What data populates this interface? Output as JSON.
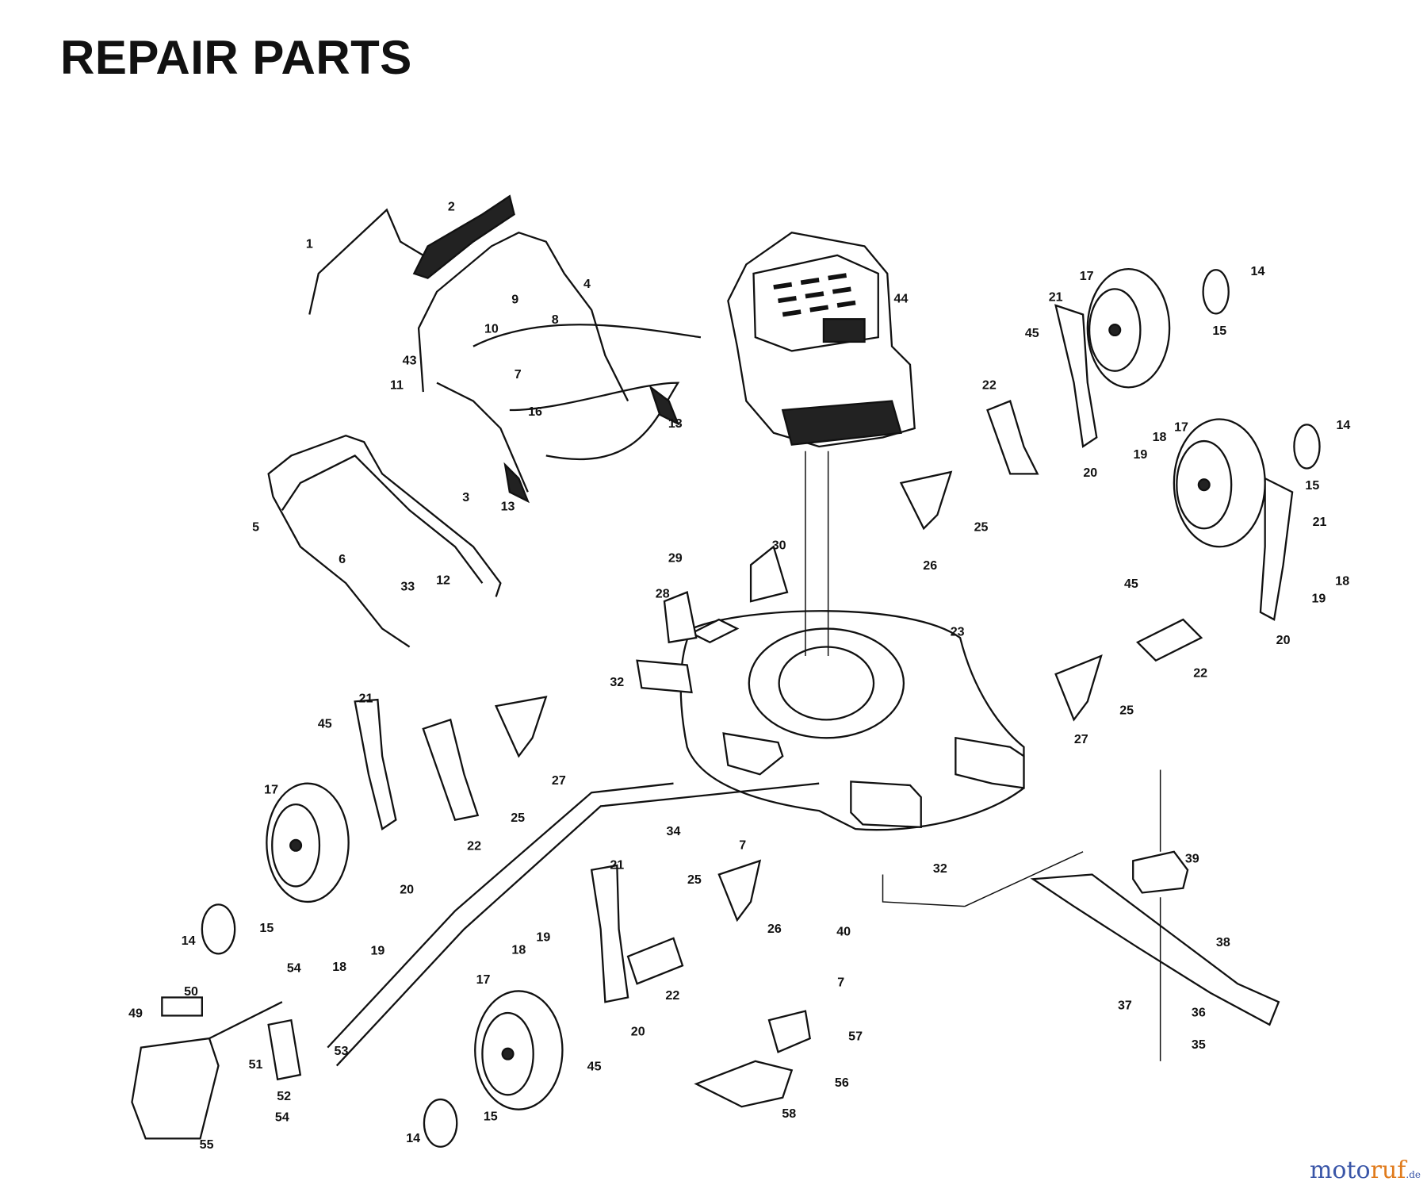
{
  "title": "REPAIR PARTS",
  "watermark": {
    "main": "moto",
    "accent": "ruf",
    "suffix": ".de"
  },
  "part_labels": [
    "1",
    "2",
    "4",
    "9",
    "8",
    "10",
    "43",
    "7",
    "11",
    "16",
    "13",
    "3",
    "13",
    "5",
    "6",
    "33",
    "12",
    "44",
    "17",
    "14",
    "15",
    "21",
    "45",
    "22",
    "18",
    "19",
    "20",
    "17",
    "14",
    "15",
    "21",
    "18",
    "19",
    "45",
    "20",
    "25",
    "26",
    "30",
    "29",
    "28",
    "23",
    "22",
    "25",
    "27",
    "32",
    "21",
    "45",
    "17",
    "27",
    "25",
    "22",
    "20",
    "34",
    "7",
    "32",
    "39",
    "38",
    "14",
    "15",
    "18",
    "19",
    "25",
    "26",
    "40",
    "21",
    "18",
    "19",
    "22",
    "20",
    "17",
    "45",
    "14",
    "15",
    "54",
    "50",
    "49",
    "51",
    "53",
    "52",
    "54",
    "55",
    "7",
    "57",
    "56",
    "58",
    "37",
    "36",
    "35"
  ]
}
